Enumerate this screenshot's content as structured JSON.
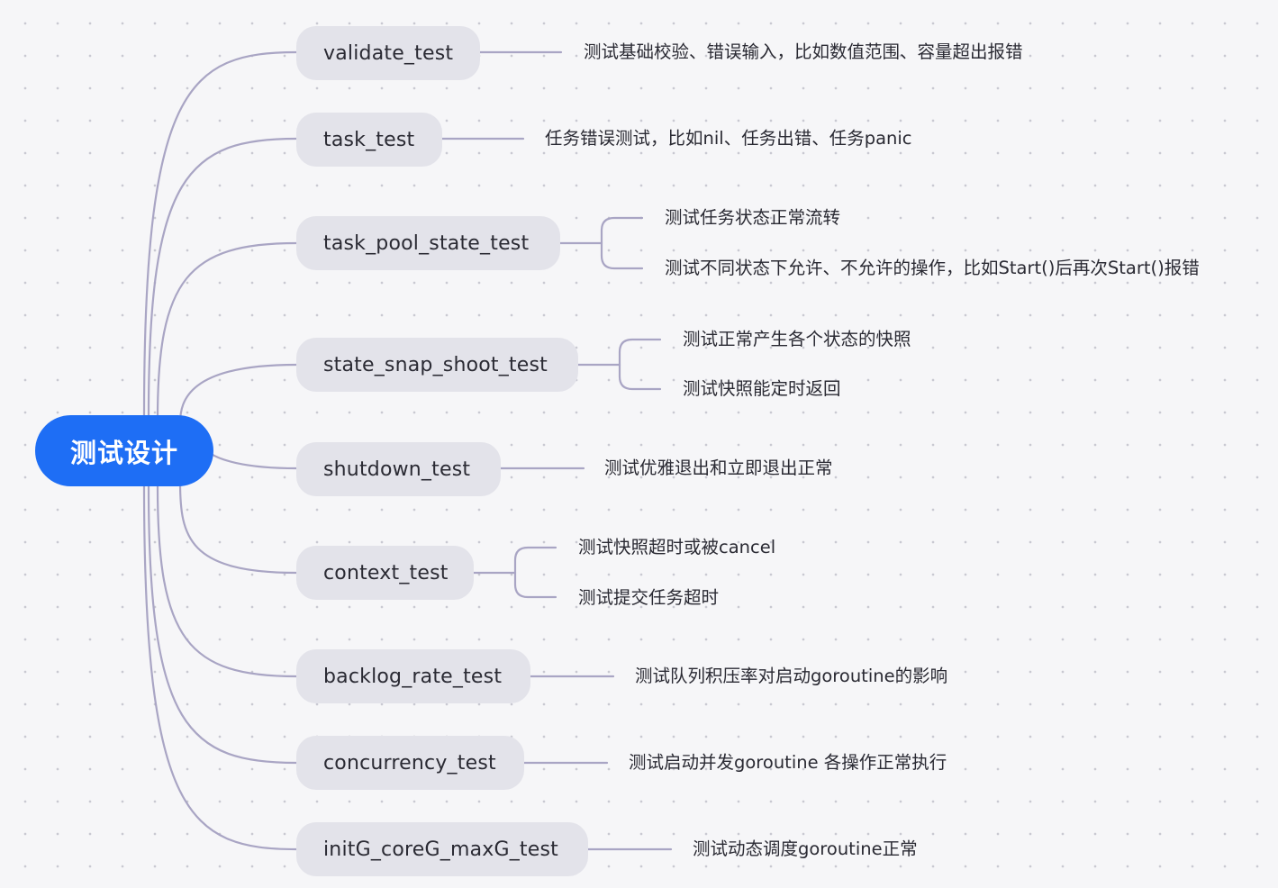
{
  "root": {
    "label": "测试设计"
  },
  "colors": {
    "root_bg": "#1e6ef5",
    "node_bg": "#e3e3ea",
    "line": "#a9a5c4"
  },
  "branches": [
    {
      "label": "validate_test",
      "details": [
        "测试基础校验、错误输入，比如数值范围、容量超出报错"
      ]
    },
    {
      "label": "task_test",
      "details": [
        "任务错误测试，比如nil、任务出错、任务panic"
      ]
    },
    {
      "label": "task_pool_state_test",
      "details": [
        "测试任务状态正常流转",
        "测试不同状态下允许、不允许的操作，比如Start()后再次Start()报错"
      ]
    },
    {
      "label": "state_snap_shoot_test",
      "details": [
        "测试正常产生各个状态的快照",
        "测试快照能定时返回"
      ]
    },
    {
      "label": "shutdown_test",
      "details": [
        "测试优雅退出和立即退出正常"
      ]
    },
    {
      "label": "context_test",
      "details": [
        "测试快照超时或被cancel",
        "测试提交任务超时"
      ]
    },
    {
      "label": "backlog_rate_test",
      "details": [
        "测试队列积压率对启动goroutine的影响"
      ]
    },
    {
      "label": "concurrency_test",
      "details": [
        "测试启动并发goroutine 各操作正常执行"
      ]
    },
    {
      "label": "initG_coreG_maxG_test",
      "details": [
        "测试动态调度goroutine正常"
      ]
    }
  ]
}
